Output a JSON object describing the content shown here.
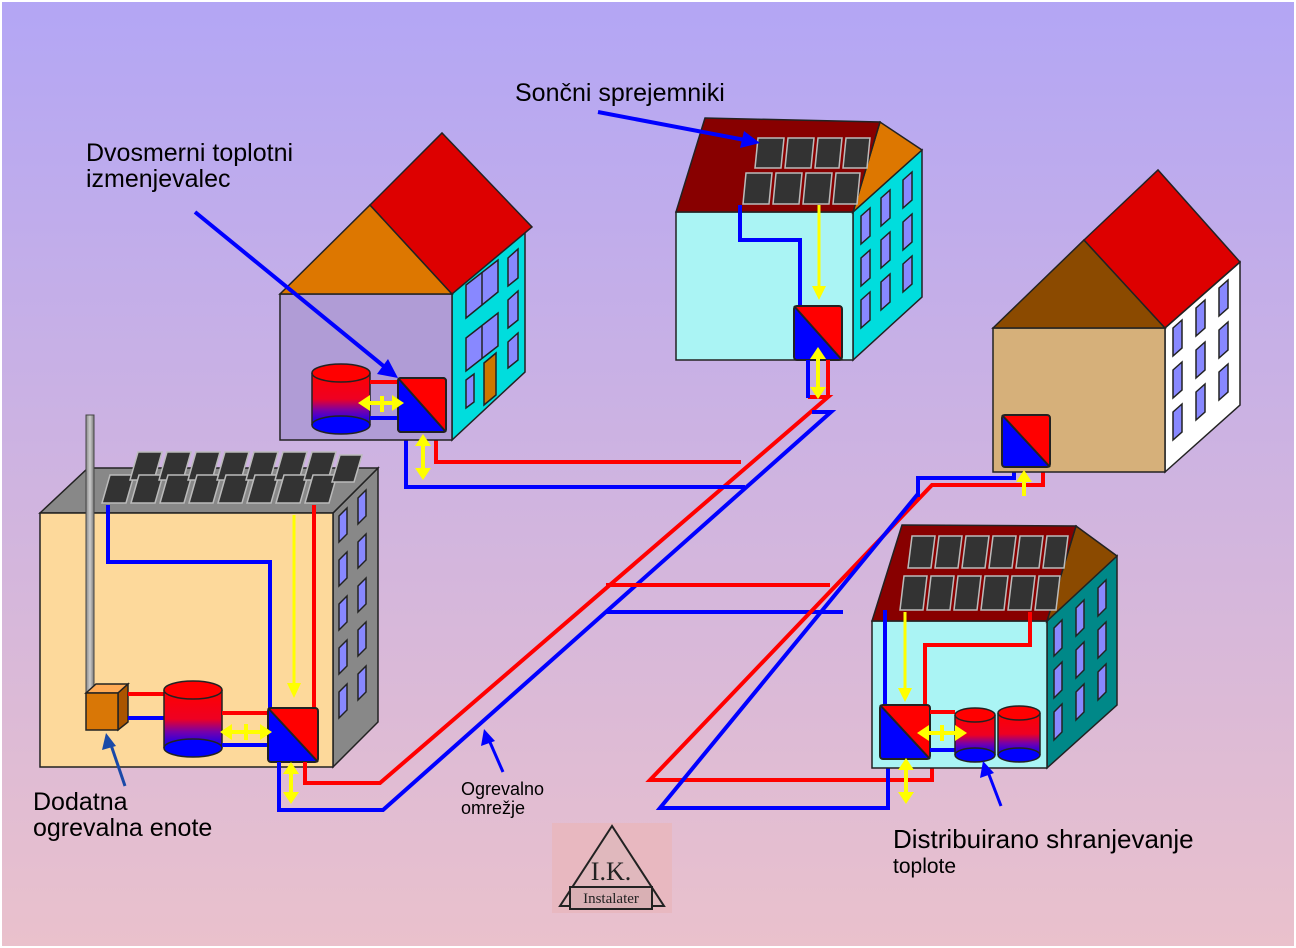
{
  "labels": {
    "collectors": "Sončni sprejemniki",
    "exchanger_line1": "Dvosmerni toplotni",
    "exchanger_line2": "izmenjevalec",
    "aux_line1": "Dodatna",
    "aux_line2": "ogrevalna enote",
    "network_line1": "Ogrevalno",
    "network_line2": "omrežje",
    "storage_line1": "Distribuirano shranjevanje",
    "storage_line2": "toplote"
  },
  "logo": {
    "line1": "I.K.",
    "line2": "Instalater"
  },
  "colors": {
    "supply_pipe": "#ff0000",
    "return_pipe": "#0000ff",
    "heat_flow_arrow": "#ffff00",
    "label_arrow": "#0000ff",
    "roof_red": "#dd0000",
    "roof_orange": "#d97706",
    "wall_cyan": "#00dddd",
    "background_top": "#b3a6f5",
    "background_bottom": "#eac1cc"
  }
}
